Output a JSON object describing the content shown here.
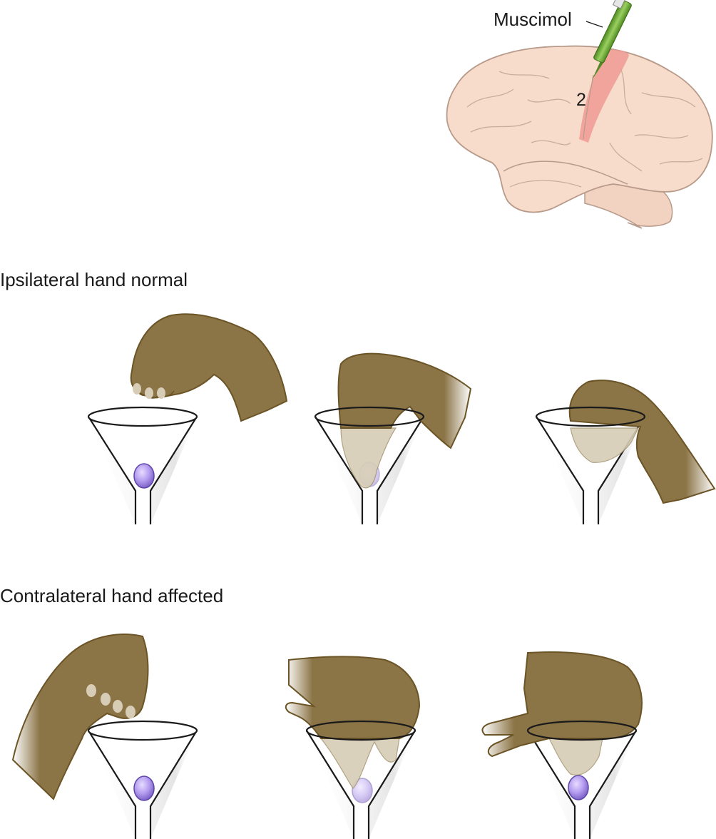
{
  "labels": {
    "drug": "Muscimol",
    "area": "2",
    "row1": "Ipsilateral hand normal",
    "row2": "Contralateral hand affected"
  },
  "colors": {
    "brain": "#f8dccb",
    "brain_outline": "#b89a8a",
    "injection_band": "#ef9a94",
    "syringe": "#6aa838",
    "hand": "#8b7446",
    "hand_outline": "#6b5426",
    "hand_ghost": "#d7cdb6",
    "pellet": "#b59ef0",
    "glass_outline": "#1a1a1a"
  },
  "icons": [
    "brain-illustration",
    "syringe-icon",
    "funnel-glass-icon",
    "food-pellet-icon",
    "monkey-hand-illustration"
  ]
}
